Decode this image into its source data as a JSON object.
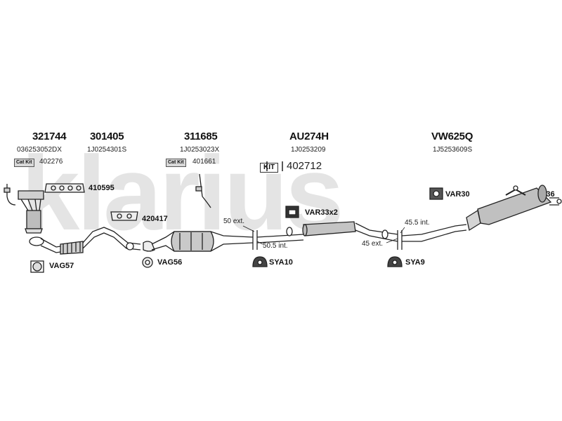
{
  "watermark": "klarius",
  "headers": [
    {
      "part": "321744",
      "oem": "036253052DX"
    },
    {
      "part": "301405",
      "oem": "1J0254301S"
    },
    {
      "part": "311685",
      "oem": "1J0253023X"
    },
    {
      "part": "AU274H",
      "oem": "1J0253209"
    },
    {
      "part": "VW625Q",
      "oem": "1J5253609S"
    }
  ],
  "kits": [
    {
      "tag": "Cat Kit",
      "number": "402276"
    },
    {
      "tag": "Cat Kit",
      "number": "401661"
    },
    {
      "tag": "KIT",
      "number": "402712"
    }
  ],
  "labels": {
    "gasket_410595": "410595",
    "gasket_420417": "420417",
    "var33": "VAR33x2",
    "var30": "VAR30",
    "var36": "VAR36",
    "vag57": "VAG57",
    "vag56": "VAG56",
    "sya10": "SYA10",
    "sya9": "SYA9"
  },
  "notes": {
    "ext50": "50 ext.",
    "int50_5": "50.5 int.",
    "int45_5": "45.5 int.",
    "ext45": "45 ext."
  }
}
